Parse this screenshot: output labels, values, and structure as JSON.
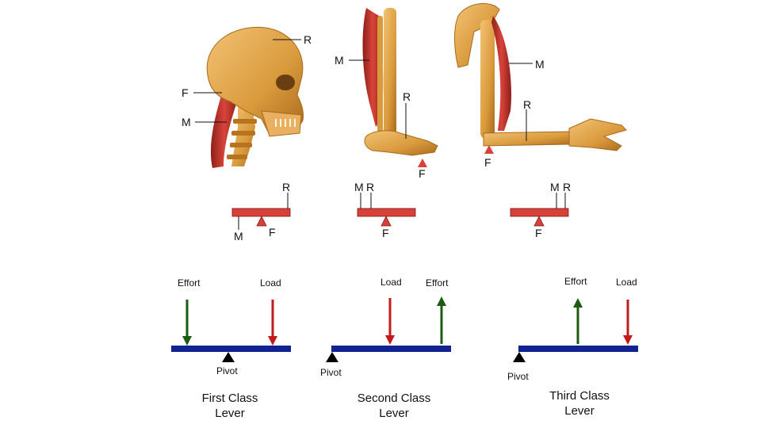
{
  "anatomy": {
    "skull": {
      "r": "R",
      "f": "F",
      "m": "M"
    },
    "foot": {
      "m": "M",
      "r": "R",
      "f": "F"
    },
    "arm": {
      "m": "M",
      "r": "R",
      "f": "F"
    }
  },
  "mini_levers": {
    "first": {
      "r": "R",
      "m": "M",
      "f": "F"
    },
    "second": {
      "m": "M",
      "r": "R",
      "f": "F"
    },
    "third": {
      "m": "M",
      "r": "R",
      "f": "F"
    }
  },
  "levers": {
    "first": {
      "effort": "Effort",
      "load": "Load",
      "pivot": "Pivot",
      "title1": "First Class",
      "title2": "Lever"
    },
    "second": {
      "load": "Load",
      "effort": "Effort",
      "pivot": "Pivot",
      "title1": "Second Class",
      "title2": "Lever"
    },
    "third": {
      "effort": "Effort",
      "load": "Load",
      "pivot": "Pivot",
      "title1": "Third Class",
      "title2": "Lever"
    }
  },
  "colors": {
    "bone": "#d99a3c",
    "bone_dark": "#b8731f",
    "muscle": "#c8332b",
    "mini_beam": "#d8403a",
    "beam": "#0f2490",
    "effort_arrow": "#1f5a12",
    "load_arrow": "#c41a1a",
    "fulcrum_red": "#d8403a",
    "pivot_black": "#000000"
  }
}
